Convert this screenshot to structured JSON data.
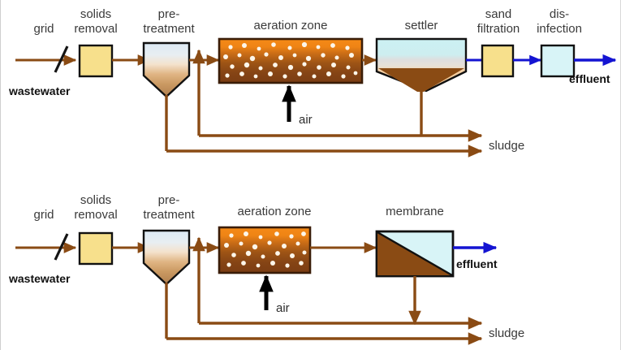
{
  "diagram": {
    "title_visible": false,
    "background_color": "#ffffff",
    "colors": {
      "flow_brown": "#8a4b14",
      "flow_blue": "#1414d2",
      "air_black": "#000000",
      "yellow_box": "#f7e08c",
      "cyan_box": "#d8f4f7",
      "label_gray": "#3a3a3a",
      "outline_black": "#111111",
      "aeration_top": "#f08a1c",
      "aeration_bottom": "#7a3f12",
      "settler_top": "#cdf0f2",
      "settler_mid": "#dcdcdc",
      "settler_liquid": "#f2c896",
      "sludge_brown": "#8a4b14",
      "membrane_brown": "#8a4b14",
      "membrane_cyan": "#d8f4f7"
    }
  },
  "process_top": {
    "name": "conventional-activated-sludge-train",
    "labels": {
      "grid": "grid",
      "solids_removal": "solids\nremoval",
      "solids_removal_line1": "solids",
      "solids_removal_line2": "removal",
      "pre_treatment_line1": "pre-",
      "pre_treatment_line2": "treatment",
      "aeration_zone": "aeration zone",
      "settler": "settler",
      "sand_filtration_line1": "sand",
      "sand_filtration_line2": "filtration",
      "disinfection_line1": "dis-",
      "disinfection_line2": "infection",
      "wastewater": "wastewater",
      "effluent": "effluent",
      "air": "air",
      "sludge": "sludge"
    },
    "units": [
      {
        "id": "grid",
        "type": "screen-slash",
        "label": "grid"
      },
      {
        "id": "solids-removal",
        "type": "yellow-box",
        "label": "solids removal",
        "fill": "#f7e08c"
      },
      {
        "id": "pre-treatment",
        "type": "hopper-tank",
        "label": "pre-treatment"
      },
      {
        "id": "aeration-zone",
        "type": "aerated-basin",
        "label": "aeration zone"
      },
      {
        "id": "settler",
        "type": "clarifier",
        "label": "settler"
      },
      {
        "id": "sand-filtration",
        "type": "yellow-box",
        "label": "sand filtration",
        "fill": "#f7e08c"
      },
      {
        "id": "disinfection",
        "type": "cyan-box",
        "label": "dis-infection",
        "fill": "#d8f4f7"
      }
    ],
    "streams": [
      {
        "id": "influent",
        "label": "wastewater",
        "color": "#8a4b14"
      },
      {
        "id": "air-feed",
        "label": "air",
        "color": "#000000"
      },
      {
        "id": "effluent",
        "label": "effluent",
        "color": "#1414d2"
      },
      {
        "id": "sludge-out",
        "label": "sludge",
        "color": "#8a4b14"
      },
      {
        "id": "return-sludge",
        "label": "",
        "color": "#8a4b14"
      },
      {
        "id": "primary-sludge",
        "label": "",
        "color": "#8a4b14"
      }
    ]
  },
  "process_bottom": {
    "name": "membrane-bioreactor-train",
    "labels": {
      "grid": "grid",
      "solids_removal_line1": "solids",
      "solids_removal_line2": "removal",
      "pre_treatment_line1": "pre-",
      "pre_treatment_line2": "treatment",
      "aeration_zone": "aeration zone",
      "membrane": "membrane",
      "wastewater": "wastewater",
      "effluent": "effluent",
      "air": "air",
      "sludge": "sludge"
    },
    "units": [
      {
        "id": "grid",
        "type": "screen-slash",
        "label": "grid"
      },
      {
        "id": "solids-removal",
        "type": "yellow-box",
        "label": "solids removal",
        "fill": "#f7e08c"
      },
      {
        "id": "pre-treatment",
        "type": "hopper-tank",
        "label": "pre-treatment"
      },
      {
        "id": "aeration-zone",
        "type": "aerated-basin",
        "label": "aeration zone"
      },
      {
        "id": "membrane",
        "type": "membrane-module",
        "label": "membrane"
      }
    ],
    "streams": [
      {
        "id": "influent",
        "label": "wastewater",
        "color": "#8a4b14"
      },
      {
        "id": "air-feed",
        "label": "air",
        "color": "#000000"
      },
      {
        "id": "effluent",
        "label": "effluent",
        "color": "#1414d2"
      },
      {
        "id": "sludge-out",
        "label": "sludge",
        "color": "#8a4b14"
      },
      {
        "id": "return-sludge",
        "label": "",
        "color": "#8a4b14"
      },
      {
        "id": "primary-sludge",
        "label": "",
        "color": "#8a4b14"
      }
    ]
  }
}
